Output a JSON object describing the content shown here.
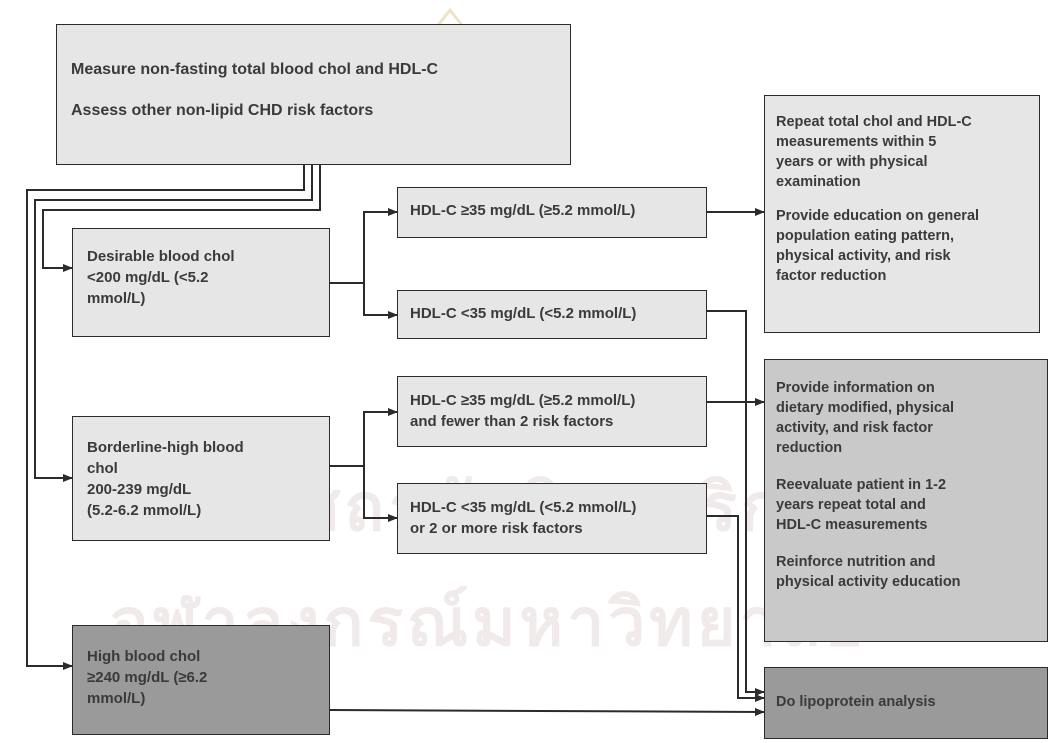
{
  "title": {
    "line1": "Measure non-fasting total blood chol and HDL-C",
    "line2": "Assess other non-lipid CHD risk factors"
  },
  "categories": {
    "desirable": "Desirable blood chol\n <200 mg/dL (<5.2\n mmol/L)",
    "borderline": "Borderline-high blood\nchol\n 200-239 mg/dL\n (5.2-6.2 mmol/L)",
    "high": "High blood chol\n ≥240 mg/dL (≥6.2\n mmol/L)"
  },
  "conditions": {
    "hdl_high_desirable": "HDL-C ≥35 mg/dL (≥5.2 mmol/L)",
    "hdl_low_desirable": "HDL-C <35 mg/dL (<5.2 mmol/L)",
    "hdl_high_borderline": "HDL-C ≥35 mg/dL (≥5.2 mmol/L)\n and fewer than 2 risk factors",
    "hdl_low_borderline": "HDL-C <35 mg/dL (<5.2 mmol/L)\n or 2 or more risk factors"
  },
  "actions": {
    "repeat": "Repeat total chol and HDL-C\nmeasurements within 5\nyears or with physical\nexamination",
    "education": "Provide education on general\n population eating pattern,\n physical activity, and risk\n factor reduction",
    "information": "Provide information on\n dietary modified, physical\n activity, and risk factor\n reduction",
    "reevaluate": "Reevaluate patient in 1-2\n years repeat total and\n HDL-C measurements",
    "reinforce": "Reinforce nutrition and\n physical activity education",
    "lipoprotein": "Do lipoprotein analysis"
  },
  "watermark": {
    "line1": "สถาบันวิทยบริการ",
    "line2": "จุฬาลงกรณ์มหาวิทยาลัย"
  },
  "colors": {
    "light_box": "#e6e6e6",
    "mid_box": "#c9c9c9",
    "dark_box": "#9a9a9a",
    "line": "#2b2b2b"
  }
}
